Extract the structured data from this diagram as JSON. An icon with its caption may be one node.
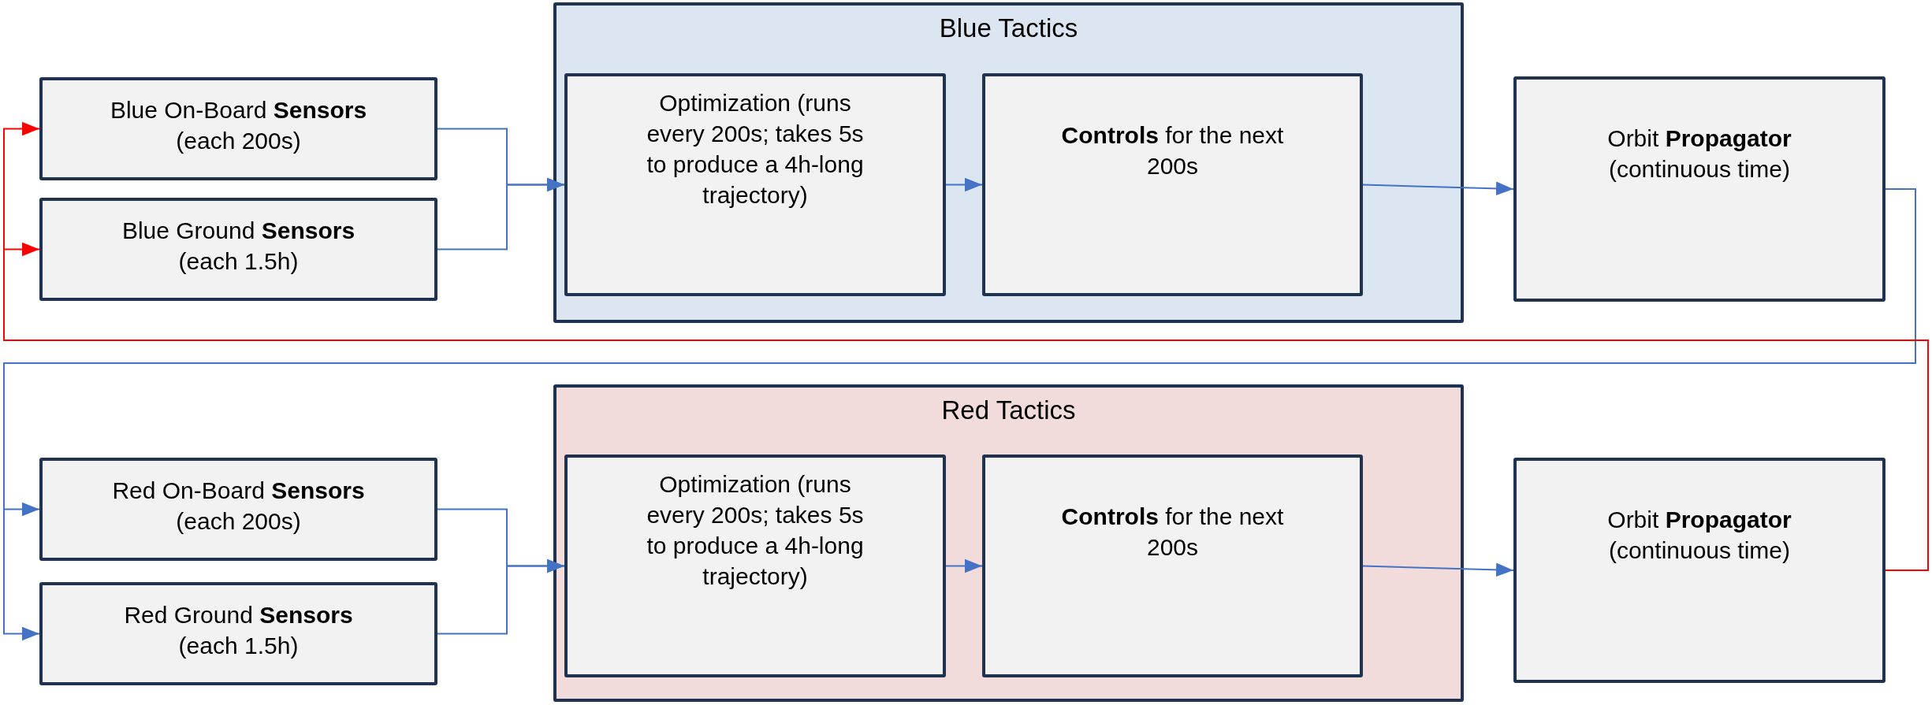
{
  "diagram": {
    "nodes": [
      {
        "text": [
          "Blue On-Board **Sensors** (each 200s)"
        ]
      },
      {
        "text": [
          "Blue Ground **Sensors** (each 1.5h)"
        ]
      },
      {
        "text": [
          "Blue Tactics"
        ]
      },
      {
        "text": [
          "Optimization (runs every 200s; takes 5s to produce a 4h-long trajectory)"
        ],
        "in": 2
      },
      {
        "text": [
          "**Controls** for the next 200s"
        ],
        "in": 2
      },
      {
        "text": [
          "Orbit **Propagator** (continuous time)"
        ]
      },
      {
        "text": [
          "Red On-Board **Sensors** (each 200s)"
        ]
      },
      {
        "text": [
          "Red Ground **Sensors** (each 1.5h)"
        ]
      },
      {
        "text": [
          "Red Tactics"
        ]
      },
      {
        "text": [
          "Optimization (runs every 200s; takes 5s to produce a 4h-long trajectory)"
        ],
        "in": 8
      },
      {
        "text": [
          "**Controls** for the next 200s"
        ],
        "in": 8
      },
      {
        "text": [
          "Orbit **Propagator** (continuous time)"
        ]
      }
    ],
    "edges": [
      {
        "from": 0,
        "to": 3,
        "arrow": "to"
      },
      {
        "from": 1,
        "to": 3,
        "arrow": "to"
      },
      {
        "from": 3,
        "to": 4,
        "arrow": "to"
      },
      {
        "from": 4,
        "to": 5,
        "arrow": "to"
      },
      {
        "from": 5,
        "to": 6,
        "arrow": "to"
      },
      {
        "from": 5,
        "to": 7,
        "arrow": "to"
      },
      {
        "from": 6,
        "to": 9,
        "arrow": "to"
      },
      {
        "from": 7,
        "to": 9,
        "arrow": "to"
      },
      {
        "from": 9,
        "to": 10,
        "arrow": "to"
      },
      {
        "from": 10,
        "to": 11,
        "arrow": "to"
      },
      {
        "from": 11,
        "to": 0,
        "arrow": "to",
        "color": "#ff0000"
      },
      {
        "from": 11,
        "to": 1,
        "arrow": "to",
        "color": "#ff0000"
      }
    ]
  }
}
